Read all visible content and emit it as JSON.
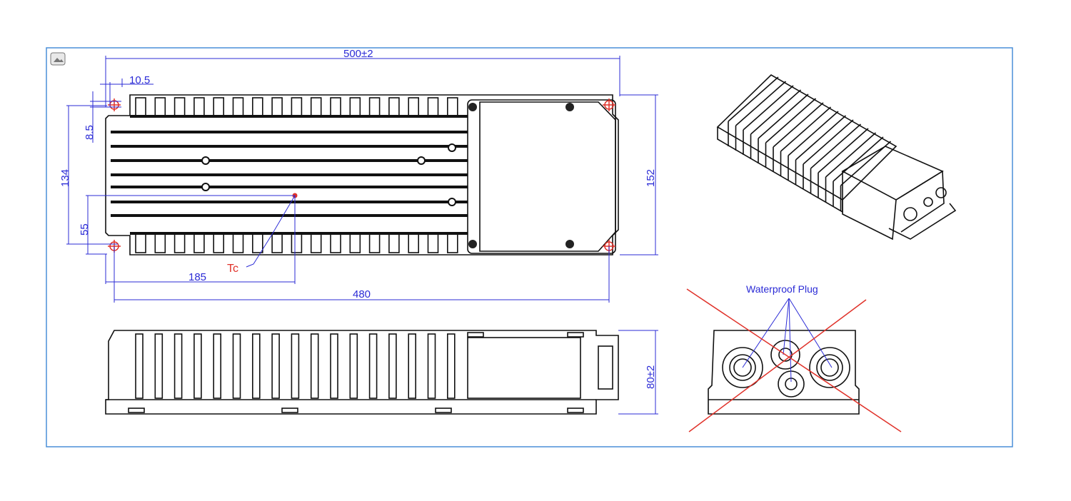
{
  "figure": {
    "icon": "image-icon",
    "dimensions": {
      "overall_length": "500±2",
      "hole_offset_x": "10.5",
      "hole_offset_y": "8.5",
      "hole_spacing_y": "134",
      "tc_offset_y": "55",
      "tc_offset_x": "185",
      "hole_spacing_x": "480",
      "overall_width": "152",
      "height": "80±2"
    },
    "tc_label": "Tc",
    "waterproof_label": "Waterproof Plug",
    "colors": {
      "frame": "#4a8fd8",
      "dimension": "#2b2bd6",
      "marker": "#e0322a"
    }
  }
}
